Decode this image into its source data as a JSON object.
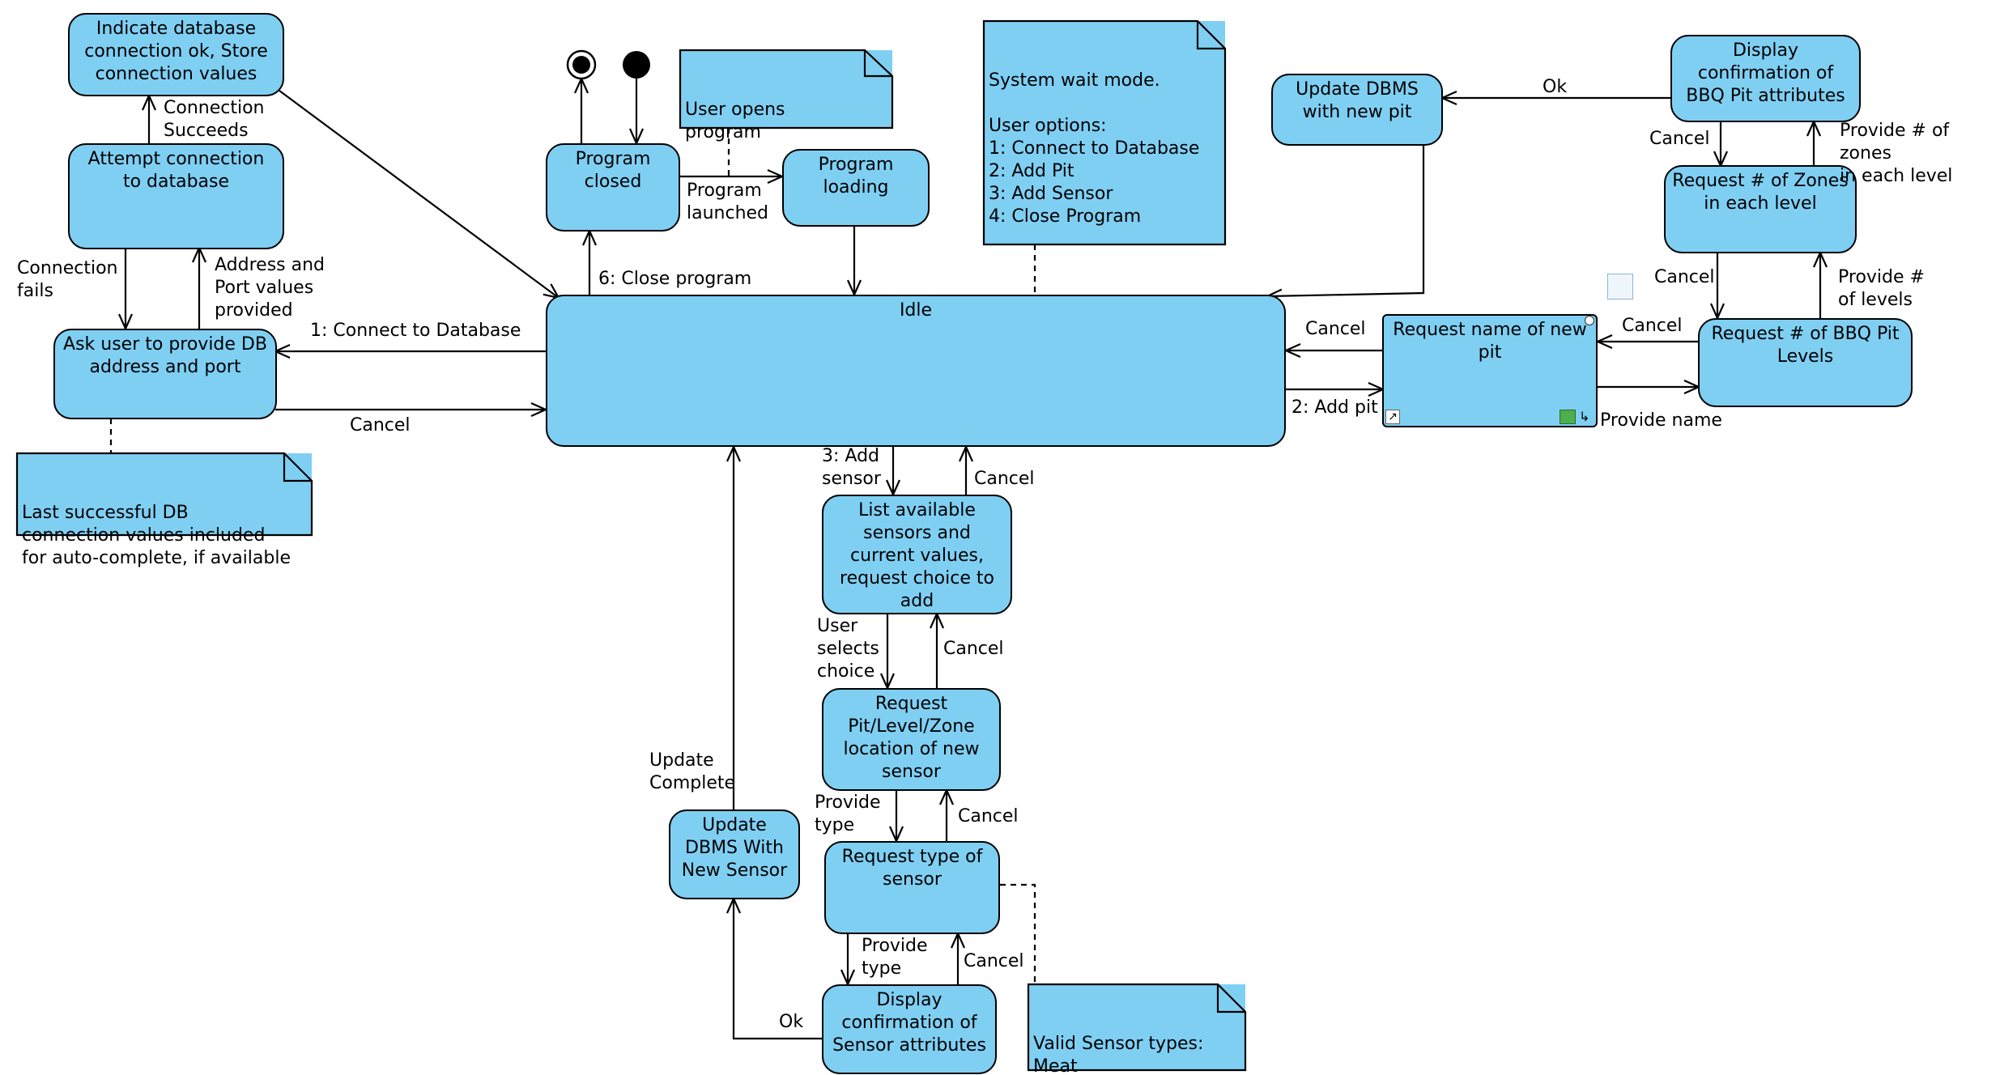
{
  "colors": {
    "fill": "#7fcff3",
    "stroke": "#000000"
  },
  "states": {
    "indicate_db_ok": "Indicate database\nconnection ok, Store\nconnection values",
    "attempt_connection": "Attempt connection\nto database",
    "ask_db_address": "Ask user to provide DB\naddress and port",
    "program_closed": "Program\nclosed",
    "program_loading": "Program\nloading",
    "idle": "Idle",
    "update_dbms_pit": "Update DBMS\nwith new pit",
    "display_bbq_confirm": "Display\nconfirmation of\nBBQ Pit attributes",
    "request_zones": "Request # of Zones\nin each level",
    "request_pit_name": "Request name of new\npit",
    "request_levels": "Request # of BBQ Pit\nLevels",
    "list_sensors": "List available\nsensors and\ncurrent values,\nrequest choice to\nadd",
    "request_location": "Request\nPit/Level/Zone\nlocation of new\nsensor",
    "request_sensor_type": "Request type of\nsensor",
    "update_dbms_sensor": "Update\nDBMS With\nNew Sensor",
    "display_sensor_confirm": "Display\nconfirmation of\nSensor attributes"
  },
  "notes": {
    "user_opens": "User opens\nprogram",
    "system_wait": "System wait mode.\n\nUser options:\n1: Connect to Database\n2: Add Pit\n3: Add Sensor\n4: Close Program",
    "last_successful": "Last successful DB\nconnection values included\nfor auto-complete, if available",
    "valid_types": "Valid Sensor types:\nMeat\nAir"
  },
  "labels": {
    "connection_succeeds": "Connection\nSucceeds",
    "connection_fails": "Connection\nfails",
    "address_port_provided": "Address and\nPort values\nprovided",
    "connect_to_database": "1: Connect to Database",
    "cancel_ask": "Cancel",
    "close_program": "6: Close program",
    "program_launched": "Program\nlaunched",
    "ok_pit": "Ok",
    "cancel_display_bbq": "Cancel",
    "provide_zones": "Provide # of zones\nin each level",
    "cancel_zones": "Cancel",
    "provide_levels": "Provide #\nof levels",
    "cancel_pit_name": "Cancel",
    "cancel_levels": "Cancel",
    "add_pit": "2: Add pit",
    "provide_name": "Provide name",
    "add_sensor": "3: Add\nsensor",
    "cancel_list": "Cancel",
    "user_selects": "User\nselects\nchoice",
    "cancel_location": "Cancel",
    "provide_type_1": "Provide\ntype",
    "cancel_type": "Cancel",
    "provide_type_2": "Provide\ntype",
    "cancel_display_sensor": "Cancel",
    "ok_sensor": "Ok",
    "update_complete": "Update\nComplete"
  }
}
